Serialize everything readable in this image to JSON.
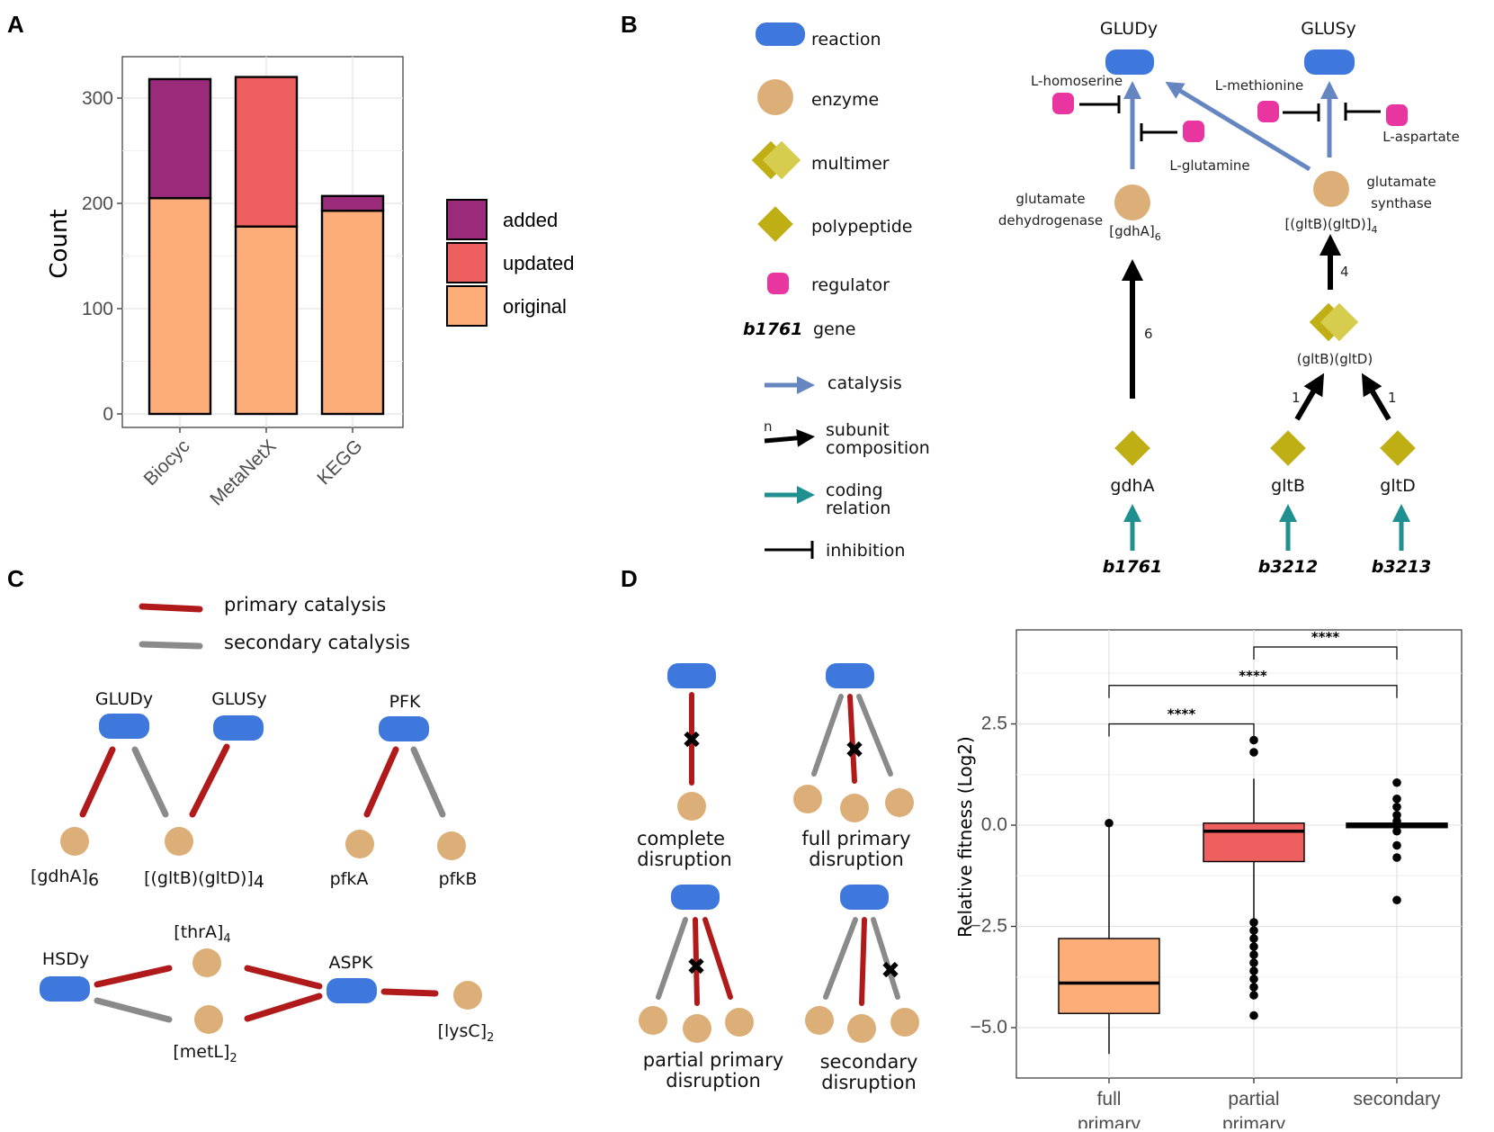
{
  "panels": {
    "a": "A",
    "b": "B",
    "c": "C",
    "d": "D"
  },
  "colors": {
    "reaction": "#3e78dc",
    "enzyme": "#dcaf78",
    "multimer": "#d6cc4e",
    "polypeptide": "#bfae14",
    "regulator": "#e8359f",
    "catalysis": "#6586c0",
    "subunit": "#000000",
    "coding": "#1f8f8f",
    "primary": "#b01a1a",
    "secondary": "#8a8a8a",
    "added": "#9a2a7a",
    "updated": "#ee5f5f",
    "original": "#fdae78"
  },
  "chart_data": [
    {
      "type": "bar",
      "stacked": true,
      "categories": [
        "Biocyc",
        "MetaNetX",
        "KEGG"
      ],
      "series": [
        {
          "name": "original",
          "values": [
            205,
            178,
            193
          ]
        },
        {
          "name": "updated",
          "values": [
            0,
            142,
            0
          ]
        },
        {
          "name": "added",
          "values": [
            113,
            0,
            14
          ]
        }
      ],
      "ylabel": "Count",
      "yticks": [
        0,
        100,
        200,
        300
      ],
      "ylim": [
        0,
        335
      ],
      "legend": [
        "added",
        "updated",
        "original"
      ],
      "legend_position": "right",
      "grid": true
    },
    {
      "type": "box",
      "categories": [
        "full\nprimary",
        "partial\nprimary",
        "secondary"
      ],
      "category_lines": [
        [
          "full",
          "primary"
        ],
        [
          "partial",
          "primary"
        ],
        [
          "secondary"
        ]
      ],
      "ylabel": "Relative fitness (Log2)",
      "yticks": [
        -5.0,
        -2.5,
        0.0,
        2.5
      ],
      "ytick_labels": [
        "−5.0",
        "−2.5",
        "0.0",
        "2.5"
      ],
      "ylim": [
        -6.3,
        4.9
      ],
      "boxes": [
        {
          "name": "full primary",
          "color": "#fdae78",
          "q1": -4.65,
          "median": -3.9,
          "q3": -2.8,
          "whisker_low": -5.65,
          "whisker_high": 0.05,
          "outliers": [
            0.05
          ]
        },
        {
          "name": "partial primary",
          "color": "#ee5f5f",
          "q1": -0.9,
          "median": -0.15,
          "q3": 0.05,
          "whisker_low": -2.3,
          "whisker_high": 1.15,
          "outliers": [
            2.1,
            1.8,
            -2.4,
            -2.6,
            -2.8,
            -3.0,
            -3.2,
            -3.4,
            -3.6,
            -3.8,
            -4.0,
            -4.2,
            -4.7
          ]
        },
        {
          "name": "secondary",
          "color": "#000000",
          "q1": 0.0,
          "median": 0.0,
          "q3": 0.05,
          "whisker_low": 0.0,
          "whisker_high": 0.05,
          "outliers": [
            1.05,
            0.65,
            0.45,
            0.25,
            0.1,
            -0.15,
            -0.5,
            -0.8,
            -1.85
          ]
        }
      ],
      "significance": [
        {
          "from": 0,
          "to": 1,
          "label": "****",
          "level": 2.5
        },
        {
          "from": 0,
          "to": 2,
          "label": "****",
          "level": 3.45
        },
        {
          "from": 1,
          "to": 2,
          "label": "****",
          "level": 4.4
        }
      ],
      "grid": true
    }
  ],
  "legend_b": {
    "reaction": "reaction",
    "enzyme": "enzyme",
    "multimer": "multimer",
    "polypeptide": "polypeptide",
    "regulator": "regulator",
    "gene_example": "b1761",
    "gene": "gene",
    "catalysis": "catalysis",
    "subunit_line1": "subunit",
    "subunit_line2": "composition",
    "subunit_n": "n",
    "coding_line1": "coding",
    "coding_line2": "relation",
    "inhibition": "inhibition"
  },
  "network_b": {
    "gludy": "GLUDy",
    "glusy": "GLUSy",
    "l_homoserine": "L-homoserine",
    "l_glutamine": "L-glutamine",
    "l_methionine": "L-methionine",
    "l_aspartate": "L-aspartate",
    "gdh_name1": "glutamate",
    "gdh_name2": "dehydrogenase",
    "gdh_complex": "[gdhA]",
    "gdh_sub": "6",
    "glus_name1": "glutamate",
    "glus_name2": "synthase",
    "glus_complex": "[(gltB)(gltD)]",
    "glus_sub": "4",
    "multimer_label": "(gltB)(gltD)",
    "n6": "6",
    "n4": "4",
    "n1a": "1",
    "n1b": "1",
    "gdhA": "gdhA",
    "gltB": "gltB",
    "gltD": "gltD",
    "b1761": "b1761",
    "b3212": "b3212",
    "b3213": "b3213"
  },
  "panel_c": {
    "legend_primary": "primary catalysis",
    "legend_secondary": "secondary catalysis",
    "gludy": "GLUDy",
    "glusy": "GLUSy",
    "pfk": "PFK",
    "gdha": "[gdhA]",
    "gdha_sub": "6",
    "gltbd": "[(gltB)(gltD)]",
    "gltbd_sub": "4",
    "pfka": "pfkA",
    "pfkb": "pfkB",
    "hsdy": "HSDy",
    "aspk": "ASPK",
    "thra": "[thrA]",
    "thra_sub": "4",
    "metl": "[metL]",
    "metl_sub": "2",
    "lysc": "[lysC]",
    "lysc_sub": "2"
  },
  "panel_d": {
    "complete_1": "complete",
    "complete_2": "disruption",
    "full_1": "full primary",
    "full_2": "disruption",
    "partial_1": "partial primary",
    "partial_2": "disruption",
    "secondary_1": "secondary",
    "secondary_2": "disruption"
  }
}
